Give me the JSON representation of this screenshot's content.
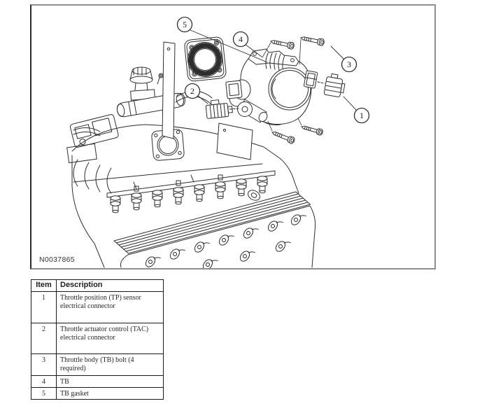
{
  "figure": {
    "label": "N0037865",
    "callouts": [
      {
        "number": "1"
      },
      {
        "number": "2"
      },
      {
        "number": "3"
      },
      {
        "number": "4"
      },
      {
        "number": "5"
      }
    ]
  },
  "table": {
    "headers": {
      "item": "Item",
      "description": "Description"
    },
    "rows": [
      {
        "item": "1",
        "description": "Throttle position (TP) sensor electrical connector"
      },
      {
        "item": "2",
        "description": "Throttle actuator control (TAC) electrical connector"
      },
      {
        "item": "3",
        "description": "Throttle body (TB) bolt (4 required)"
      },
      {
        "item": "4",
        "description": "TB"
      },
      {
        "item": "5",
        "description": "TB gasket"
      }
    ]
  },
  "colors": {
    "ink": "#2e2e2e",
    "frame_border": "#8f8f8f",
    "table_border": "#1a1a1a",
    "background": "#ffffff"
  }
}
